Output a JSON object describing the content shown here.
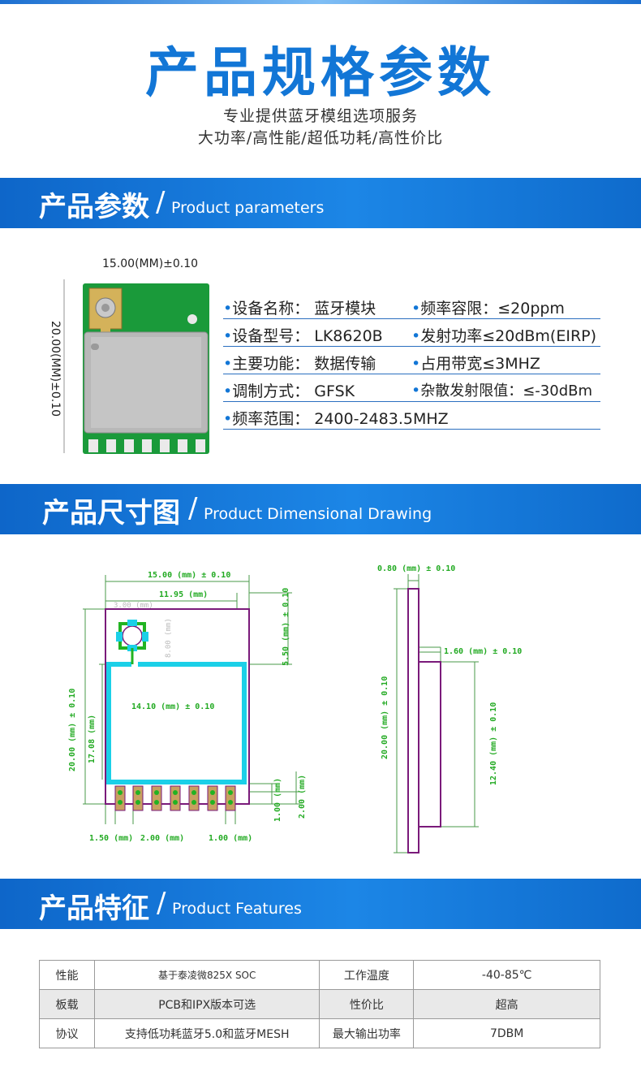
{
  "header": {
    "title": "产品规格参数",
    "subtitle_line1": "专业提供蓝牙模组选项服务",
    "subtitle_line2": "大功率/高性能/超低功耗/高性价比"
  },
  "section_params": {
    "title_cn": "产品参数",
    "title_en": "Product parameters",
    "width_label": "15.00(MM)±0.10",
    "height_label": "20.00(MM)±0.10",
    "rows": [
      {
        "left": "设备名称：  蓝牙模块",
        "right": "频率容限：≤20ppm"
      },
      {
        "left": "设备型号：  LK8620B",
        "right": "发射功率≤20dBm(EIRP)"
      },
      {
        "left": "主要功能：  数据传输",
        "right": "占用带宽≤3MHZ"
      },
      {
        "left": "调制方式：  GFSK",
        "right": "杂散发射限值：≤-30dBm"
      },
      {
        "left": "频率范围：  2400-2483.5MHZ",
        "right": ""
      }
    ]
  },
  "section_drawing": {
    "title_cn": "产品尺寸图",
    "title_en": "Product Dimensional Drawing",
    "labels": {
      "width_total": "15.00 (mm) ± 0.10",
      "width_inner": "11.95 (mm)",
      "antenna_w": "3.00 (mm)",
      "antenna_h": "8.00 (mm)",
      "top_gap": "5.50 (mm) ± 0.10",
      "shield_w": "14.10 (mm) ± 0.10",
      "height_total": "20.00 (mm) ± 0.10",
      "height_inner": "17.08 (mm)",
      "pad_1": "1.00 (mm)",
      "pad_2": "2.00 (mm)",
      "pin_edge": "1.50 (mm)",
      "pin_pitch": "2.00 (mm)",
      "pin_width": "1.00 (mm)",
      "side_thickness": "0.80 (mm) ± 0.10",
      "side_shield": "1.60 (mm) ± 0.10",
      "side_height": "20.00 (mm) ± 0.10",
      "side_shield_h": "12.40 (mm) ± 0.10"
    }
  },
  "section_features": {
    "title_cn": "产品特征",
    "title_en": "Product Features",
    "table": [
      [
        "性能",
        "基于泰凌微825X SOC",
        "工作温度",
        "-40-85℃"
      ],
      [
        "板载",
        "PCB和IPX版本可选",
        "性价比",
        "超高"
      ],
      [
        "协议",
        "支持低功耗蓝牙5.0和蓝牙MESH",
        "最大输出功率",
        "7DBM"
      ]
    ]
  },
  "colors": {
    "brand_blue": "#1276d6",
    "pcb_green": "#1a9a3a",
    "drawing_purple": "#7a1a7a",
    "drawing_green": "#22b322",
    "drawing_cyan": "#1bd0e8"
  }
}
